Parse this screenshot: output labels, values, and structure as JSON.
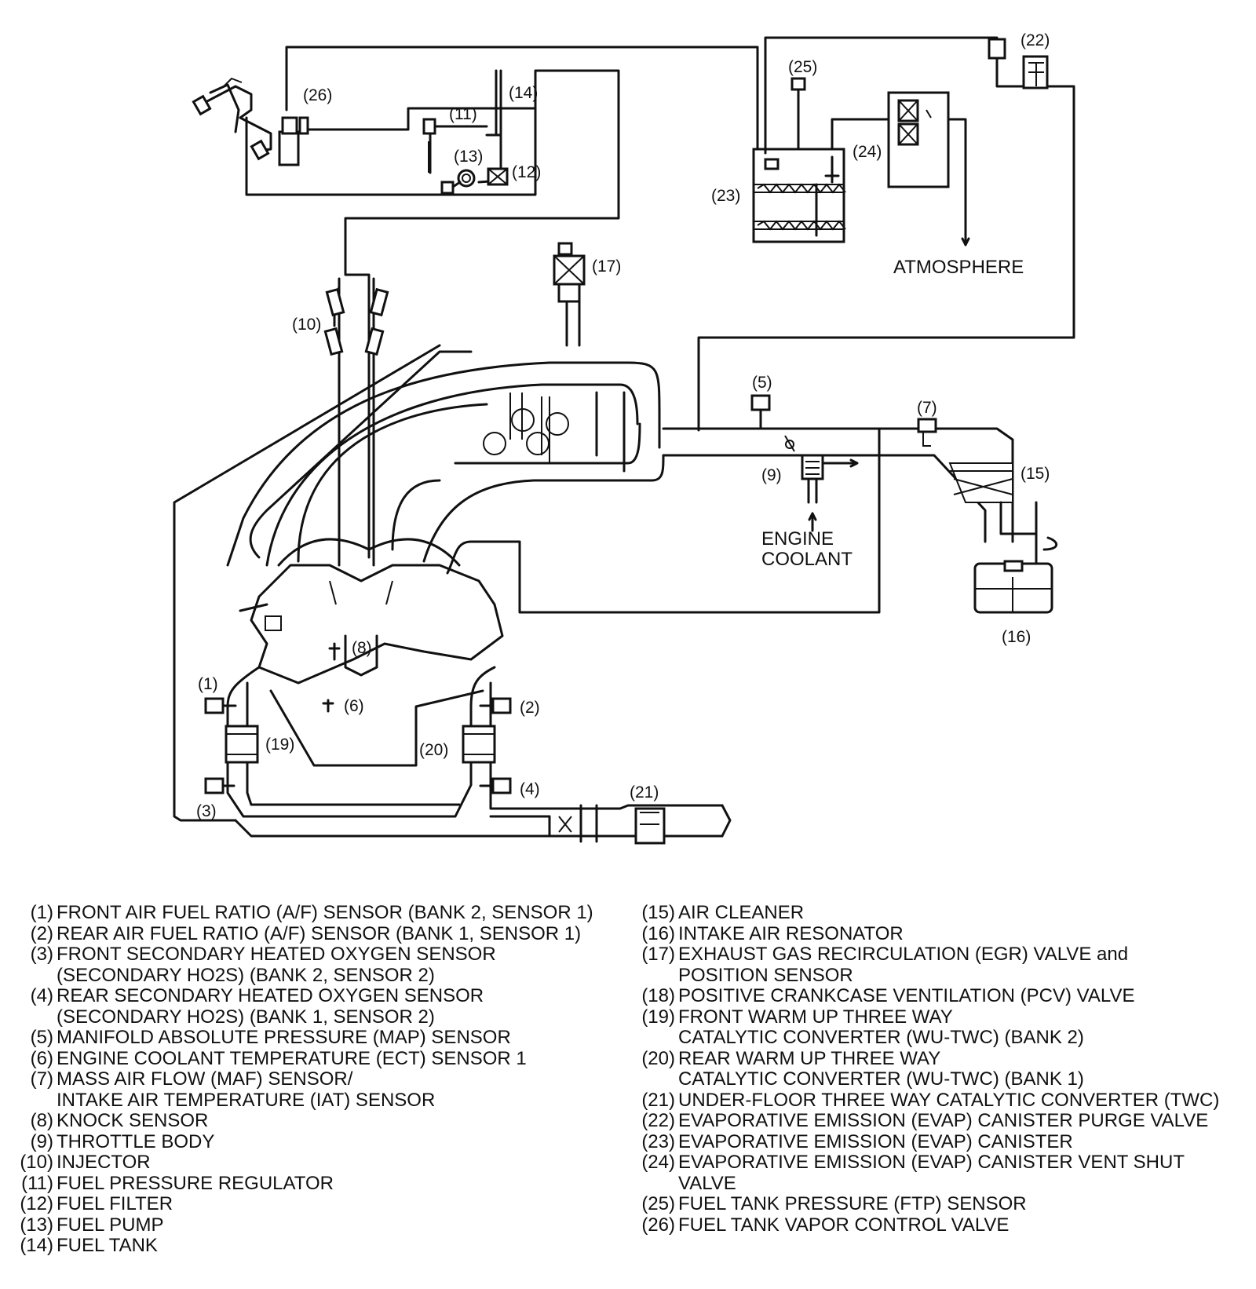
{
  "callouts": {
    "c1": "(1)",
    "c2": "(2)",
    "c3": "(3)",
    "c4": "(4)",
    "c5": "(5)",
    "c6": "(6)",
    "c7": "(7)",
    "c8": "(8)",
    "c9": "(9)",
    "c10": "(10)",
    "c11": "(11)",
    "c12": "(12)",
    "c13": "(13)",
    "c14": "(14)",
    "c15": "(15)",
    "c16": "(16)",
    "c17": "(17)",
    "c19": "(19)",
    "c20": "(20)",
    "c21": "(21)",
    "c22": "(22)",
    "c23": "(23)",
    "c24": "(24)",
    "c25": "(25)",
    "c26": "(26)"
  },
  "labels": {
    "atmosphere": "ATMOSPHERE",
    "engine_coolant_line1": "ENGINE",
    "engine_coolant_line2": "COOLANT"
  },
  "legend_left": [
    {
      "num": "(1)",
      "text": "FRONT AIR FUEL RATIO (A/F) SENSOR (BANK 2, SENSOR 1)"
    },
    {
      "num": "(2)",
      "text": "REAR AIR FUEL RATIO (A/F) SENSOR (BANK 1, SENSOR 1)"
    },
    {
      "num": "(3)",
      "text": "FRONT SECONDARY HEATED OXYGEN SENSOR\n(SECONDARY HO2S) (BANK 2, SENSOR 2)"
    },
    {
      "num": "(4)",
      "text": "REAR SECONDARY HEATED OXYGEN SENSOR\n(SECONDARY HO2S) (BANK 1, SENSOR 2)"
    },
    {
      "num": "(5)",
      "text": "MANIFOLD ABSOLUTE PRESSURE (MAP) SENSOR"
    },
    {
      "num": "(6)",
      "text": "ENGINE COOLANT TEMPERATURE (ECT) SENSOR 1"
    },
    {
      "num": "(7)",
      "text": "MASS AIR FLOW (MAF) SENSOR/\nINTAKE AIR TEMPERATURE (IAT) SENSOR"
    },
    {
      "num": "(8)",
      "text": "KNOCK SENSOR"
    },
    {
      "num": "(9)",
      "text": "THROTTLE BODY"
    },
    {
      "num": "(10)",
      "text": "INJECTOR"
    },
    {
      "num": "(11)",
      "text": "FUEL PRESSURE REGULATOR"
    },
    {
      "num": "(12)",
      "text": "FUEL FILTER"
    },
    {
      "num": "(13)",
      "text": "FUEL PUMP"
    },
    {
      "num": "(14)",
      "text": "FUEL TANK"
    }
  ],
  "legend_right": [
    {
      "num": "(15)",
      "text": "AIR CLEANER"
    },
    {
      "num": "(16)",
      "text": "INTAKE AIR RESONATOR"
    },
    {
      "num": "(17)",
      "text": "EXHAUST GAS RECIRCULATION (EGR) VALVE and\nPOSITION SENSOR"
    },
    {
      "num": "(18)",
      "text": "POSITIVE CRANKCASE VENTILATION (PCV) VALVE"
    },
    {
      "num": "(19)",
      "text": "FRONT WARM UP THREE WAY\nCATALYTIC CONVERTER (WU-TWC) (BANK 2)"
    },
    {
      "num": "(20)",
      "text": "REAR WARM UP THREE WAY\nCATALYTIC CONVERTER (WU-TWC) (BANK 1)"
    },
    {
      "num": "(21)",
      "text": "UNDER-FLOOR THREE WAY CATALYTIC CONVERTER (TWC)"
    },
    {
      "num": "(22)",
      "text": "EVAPORATIVE EMISSION (EVAP) CANISTER PURGE VALVE"
    },
    {
      "num": "(23)",
      "text": "EVAPORATIVE EMISSION (EVAP) CANISTER"
    },
    {
      "num": "(24)",
      "text": "EVAPORATIVE EMISSION (EVAP) CANISTER VENT SHUT\nVALVE"
    },
    {
      "num": "(25)",
      "text": "FUEL TANK PRESSURE (FTP) SENSOR"
    },
    {
      "num": "(26)",
      "text": "FUEL TANK VAPOR CONTROL VALVE"
    }
  ]
}
